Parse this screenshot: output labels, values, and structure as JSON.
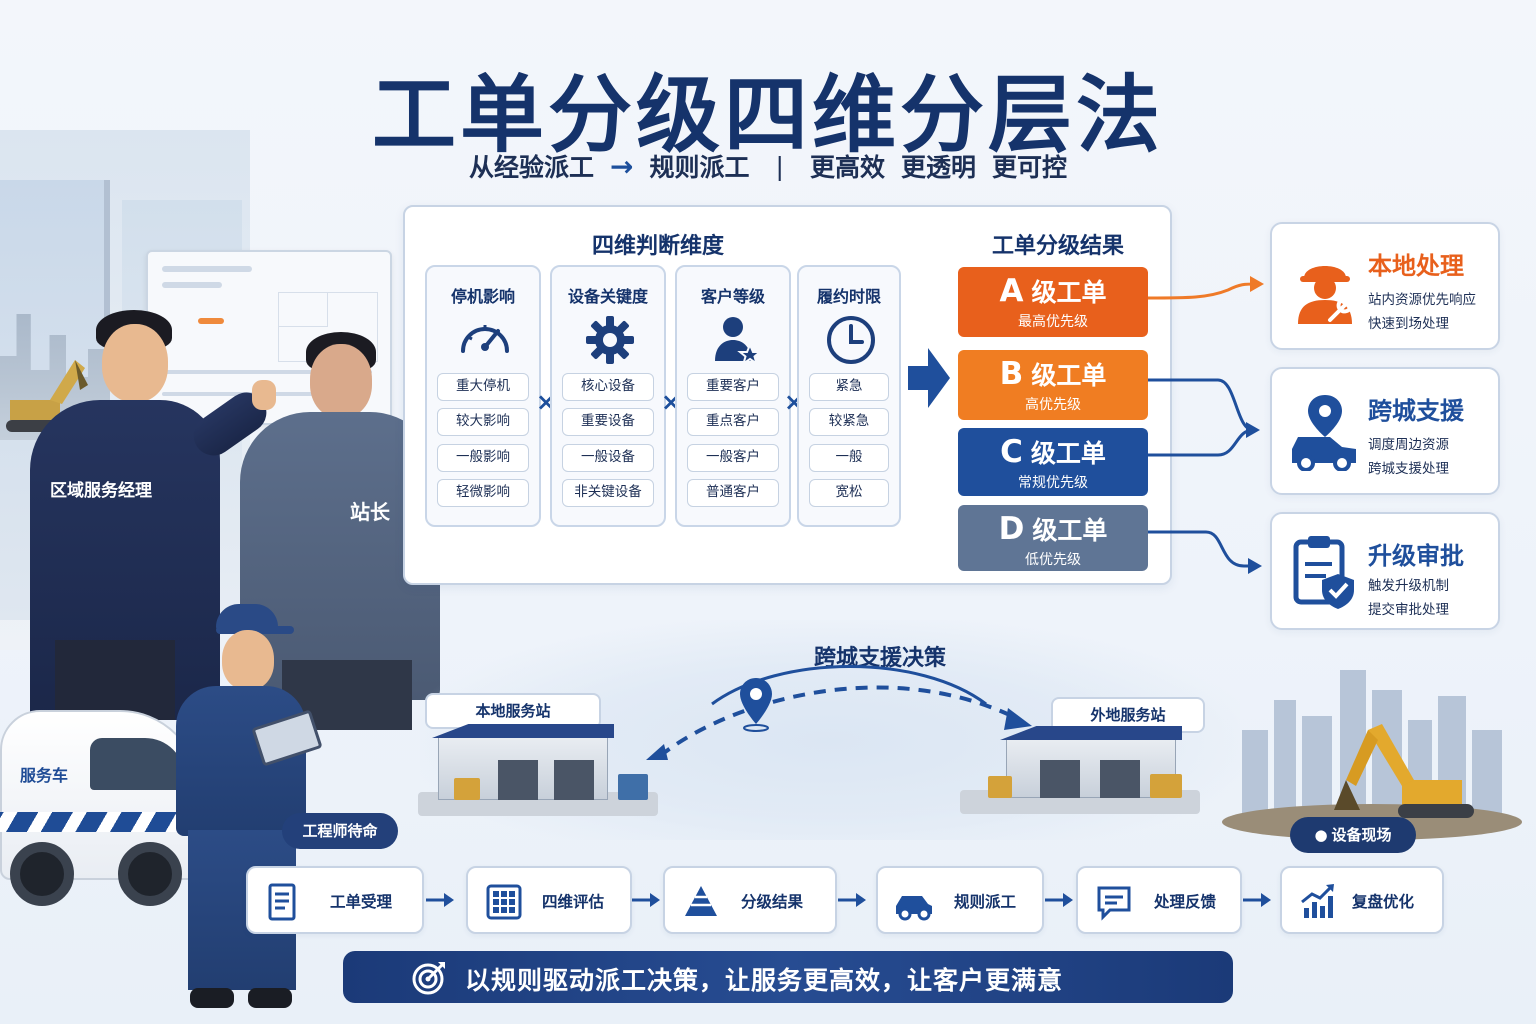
{
  "title": "工单分级四维分层法",
  "subtitle": {
    "from": "从经验派工",
    "arrow": "→",
    "to": "规则派工",
    "separator": "|",
    "benefits": [
      "更高效",
      "更透明",
      "更可控"
    ]
  },
  "people": {
    "manager_label": "区域服务经理",
    "station_master_label": "站长",
    "engineer_status": "工程师待命",
    "van_label": "服务车"
  },
  "dimensions": {
    "title": "四维判断维度",
    "operator": "×",
    "columns": [
      {
        "name": "停机影响",
        "icon": "gauge-icon",
        "items": [
          "重大停机",
          "较大影响",
          "一般影响",
          "轻微影响"
        ]
      },
      {
        "name": "设备关键度",
        "icon": "gear-icon",
        "items": [
          "核心设备",
          "重要设备",
          "一般设备",
          "非关键设备"
        ]
      },
      {
        "name": "客户等级",
        "icon": "customer-star-icon",
        "items": [
          "重要客户",
          "重点客户",
          "一般客户",
          "普通客户"
        ]
      },
      {
        "name": "履约时限",
        "icon": "clock-icon",
        "items": [
          "紧急",
          "较紧急",
          "一般",
          "宽松"
        ]
      }
    ]
  },
  "results": {
    "title": "工单分级结果",
    "levels": [
      {
        "letter": "A",
        "name": "级工单",
        "priority": "最高优先级",
        "color": "#e8601c"
      },
      {
        "letter": "B",
        "name": "级工单",
        "priority": "高优先级",
        "color": "#f07d22"
      },
      {
        "letter": "C",
        "name": "级工单",
        "priority": "常规优先级",
        "color": "#1f4f9c"
      },
      {
        "letter": "D",
        "name": "级工单",
        "priority": "低优先级",
        "color": "#5f7595"
      }
    ]
  },
  "actions": [
    {
      "title": "本地处理",
      "lines": [
        "站内资源优先响应",
        "快速到场处理"
      ],
      "icon": "engineer-wrench-icon",
      "color": "#e8601c"
    },
    {
      "title": "跨城支援",
      "lines": [
        "调度周边资源",
        "跨城支援处理"
      ],
      "icon": "van-location-icon",
      "color": "#1f4f9c"
    },
    {
      "title": "升级审批",
      "lines": [
        "触发升级机制",
        "提交审批处理"
      ],
      "icon": "clipboard-shield-icon",
      "color": "#1f4f9c"
    }
  ],
  "cross_city": {
    "title": "跨城支援决策",
    "local_station": "本地服务站",
    "remote_station": "外地服务站",
    "site": "设备现场"
  },
  "process": [
    {
      "label": "工单受理",
      "icon": "document-icon"
    },
    {
      "label": "四维评估",
      "icon": "grid-icon"
    },
    {
      "label": "分级结果",
      "icon": "pyramid-icon"
    },
    {
      "label": "规则派工",
      "icon": "truck-icon"
    },
    {
      "label": "处理反馈",
      "icon": "chat-icon"
    },
    {
      "label": "复盘优化",
      "icon": "growth-chart-icon"
    }
  ],
  "slogan": "以规则驱动派工决策，让服务更高效，让客户更满意",
  "colors": {
    "navy": "#15336b",
    "brand_blue": "#1f4f9c",
    "orange": "#e8601c"
  }
}
